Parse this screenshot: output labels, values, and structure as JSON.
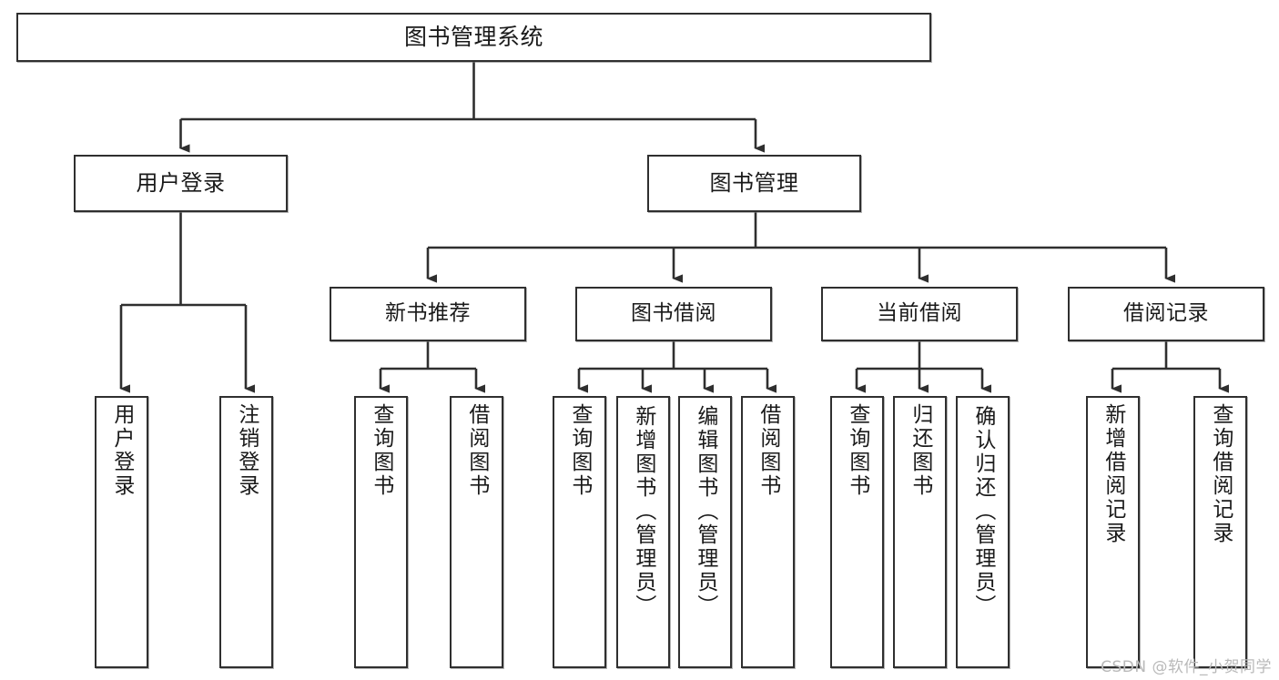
{
  "diagram": {
    "title": "图书管理系统",
    "type": "tree-hierarchy",
    "watermark": "CSDN @软件_小贺同学",
    "colors": {
      "node_border": "#2f2f2f",
      "node_fill": "#ffffff",
      "edge": "#2f2f2f",
      "text": "#1a1a1a",
      "watermark": "#b9b9b9",
      "background": "#ffffff"
    },
    "nodes": {
      "root": {
        "label": "图书管理系统"
      },
      "level1": [
        {
          "id": "user-login",
          "label": "用户登录"
        },
        {
          "id": "book-manage",
          "label": "图书管理"
        }
      ],
      "level2": [
        {
          "id": "new-book-recommend",
          "label": "新书推荐"
        },
        {
          "id": "book-borrow",
          "label": "图书借阅"
        },
        {
          "id": "current-borrow",
          "label": "当前借阅"
        },
        {
          "id": "borrow-record",
          "label": "借阅记录"
        }
      ],
      "leaves": {
        "user-login": [
          {
            "id": "leaf-user-login",
            "label": "用户登录"
          },
          {
            "id": "leaf-logout-login",
            "label": "注销登录"
          }
        ],
        "new-book-recommend": [
          {
            "id": "leaf-query-book-1",
            "label": "查询图书"
          },
          {
            "id": "leaf-borrow-book-1",
            "label": "借阅图书"
          }
        ],
        "book-borrow": [
          {
            "id": "leaf-query-book-2",
            "label": "查询图书"
          },
          {
            "id": "leaf-add-book-admin",
            "label": "新增图书（管理员）"
          },
          {
            "id": "leaf-edit-book-admin",
            "label": "编辑图书（管理员）"
          },
          {
            "id": "leaf-borrow-book-2",
            "label": "借阅图书"
          }
        ],
        "current-borrow": [
          {
            "id": "leaf-query-book-3",
            "label": "查询图书"
          },
          {
            "id": "leaf-return-book",
            "label": "归还图书"
          },
          {
            "id": "leaf-confirm-return-admin",
            "label": "确认归还（管理员）"
          }
        ],
        "borrow-record": [
          {
            "id": "leaf-add-borrow-record",
            "label": "新增借阅记录"
          },
          {
            "id": "leaf-query-borrow-record",
            "label": "查询借阅记录"
          }
        ]
      }
    }
  }
}
